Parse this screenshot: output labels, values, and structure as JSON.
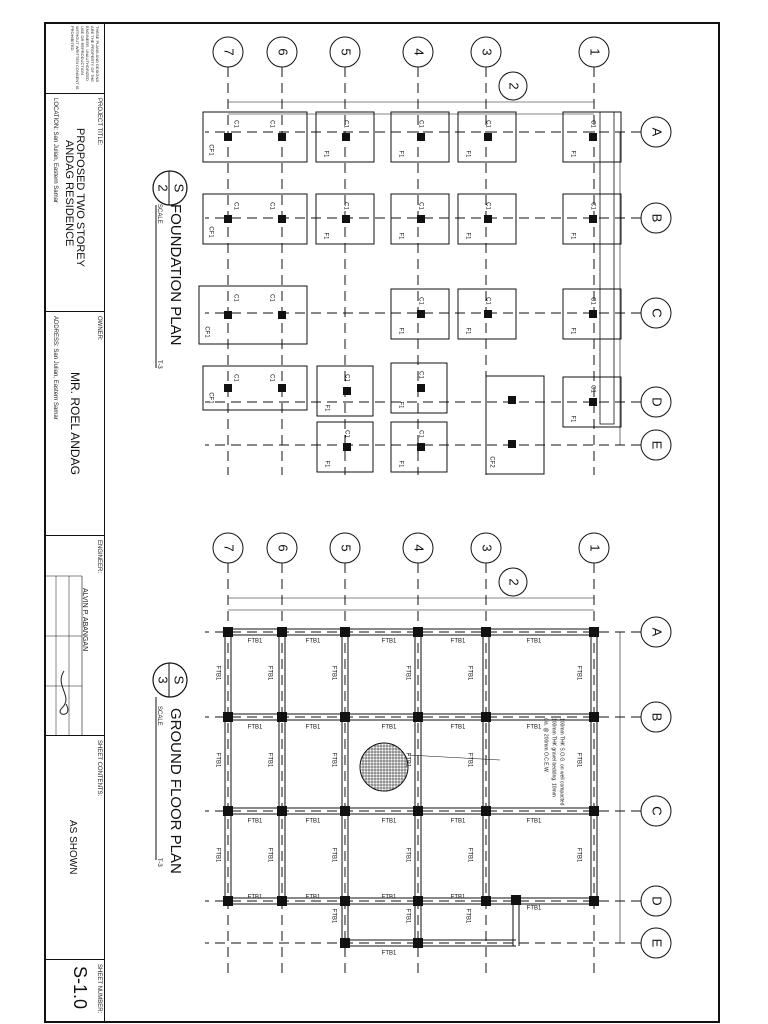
{
  "sheet": {
    "disclaimer": "THESE PLANS AND DESIGNS ARE THE PROPERTY OF THE ENGINEER. UNAUTHORIZED USE OR REPRODUCTION WITHOUT WRITTEN CONSENT IS PROHIBITED.",
    "project_title_label": "PROJECT TITLE:",
    "project_title_line1": "PROPOSED TWO STOREY",
    "project_title_line2": "ANDAG RESIDENCE",
    "location": "LOCATION: San Julian, Eastern Samar",
    "owner_label": "OWNER:",
    "owner_name": "MR. ROEL ANDAG",
    "address": "ADDRESS: San Julian, Eastern Samar",
    "engineer_label": "ENGINEER:",
    "engineer_name": "ALVIN P. ABANGAN",
    "sheet_contents_label": "SHEET CONTENTS:",
    "scale_value": "AS SHOWN",
    "sheet_number_label": "SHEET NUMBER:",
    "sheet_number": "S-1.0"
  },
  "foundation_plan": {
    "title": "FOUNDATION PLAN",
    "symbol_letter": "S",
    "symbol_number": "2",
    "scale_label": "SCALE",
    "scale_code": "T-3",
    "footing_labels": [
      "F1",
      "F1",
      "F1",
      "F1",
      "F1",
      "F1",
      "F1",
      "F1",
      "F1",
      "F1",
      "F1",
      "F1",
      "F1",
      "F1",
      "F1",
      "F1",
      "F1"
    ],
    "combined_labels": [
      "CF1",
      "CF1",
      "CF1",
      "CF1",
      "CF2"
    ],
    "column_label": "C1"
  },
  "ground_floor_plan": {
    "title": "GROUND FLOOR PLAN",
    "symbol_letter": "S",
    "symbol_number": "3",
    "scale_label": "SCALE",
    "scale_code": "T-3",
    "beam_label": "FTB1",
    "slab_note": "100mm THK S.O.G. on well compacted 100mm THK gravel bedding. 10mm dia. @ 200mm O.C.E.W."
  },
  "grid": {
    "numbers": [
      "1",
      "2",
      "3",
      "4",
      "5",
      "6",
      "7"
    ],
    "letters": [
      "A",
      "B",
      "C",
      "D",
      "E"
    ]
  }
}
